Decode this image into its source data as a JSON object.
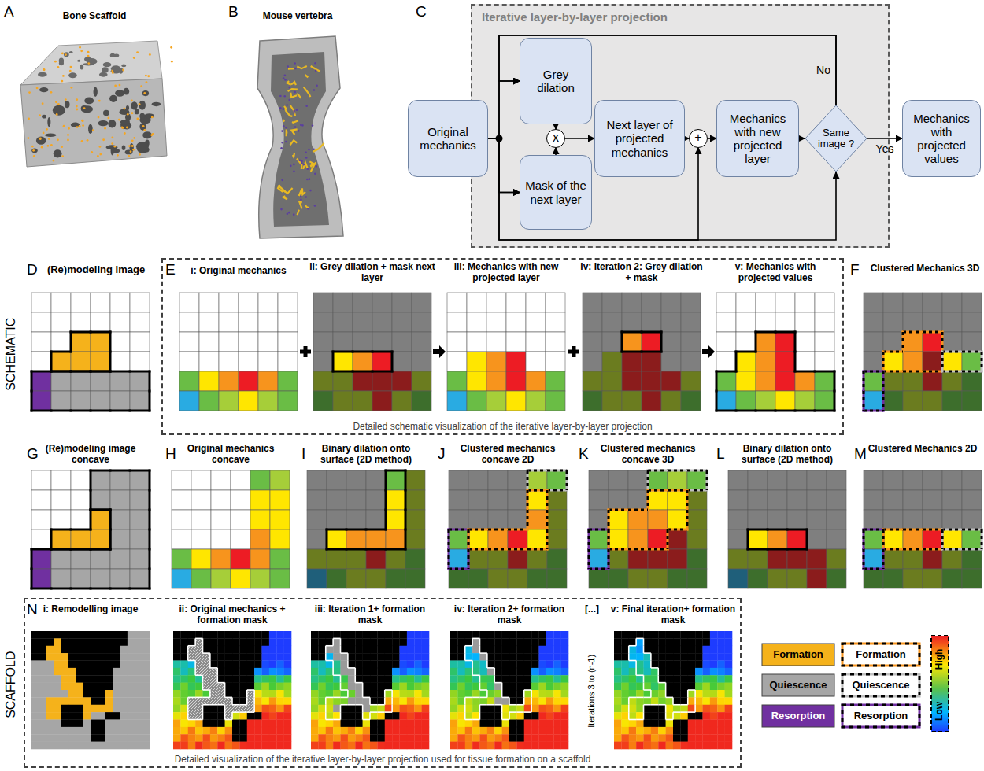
{
  "diagram": {
    "nodes": [
      {
        "text": [
          "Iterative layer-by-layer projection"
        ]
      },
      {
        "text": [
          "Original mechanics"
        ]
      },
      {
        "text": [
          "Grey dilation"
        ],
        "in": 0
      },
      {
        "text": [
          "Mask of the next layer"
        ],
        "in": 0
      },
      {
        "text": [
          "x"
        ],
        "in": 0
      },
      {
        "text": [
          "Next layer of projected mechanics"
        ],
        "in": 0
      },
      {
        "text": [
          "+"
        ],
        "in": 0
      },
      {
        "text": [
          "Mechanics with new projected layer"
        ],
        "in": 0
      },
      {
        "text": [
          "Same image ?"
        ],
        "in": 0
      },
      {
        "text": [
          "Mechanics with projected values"
        ]
      },
      {
        "text": [
          "Detailed schematic visualization of the iterative layer-by-layer projection"
        ]
      },
      {
        "text": [
          "Detailed visualization of the iterative layer-by-layer projection used for tissue formation on a scaffold"
        ]
      }
    ],
    "edges": [
      {
        "from": 1,
        "to": 2,
        "arrow": "to"
      },
      {
        "from": 1,
        "to": 3,
        "arrow": "to"
      },
      {
        "from": 2,
        "to": 4,
        "arrow": "to"
      },
      {
        "from": 3,
        "to": 4,
        "arrow": "to"
      },
      {
        "from": 4,
        "to": 5,
        "arrow": "to"
      },
      {
        "from": 5,
        "to": 6,
        "arrow": "to"
      },
      {
        "from": 6,
        "to": 7,
        "arrow": "to"
      },
      {
        "from": 7,
        "to": 8,
        "arrow": "to"
      },
      {
        "from": 8,
        "to": 9,
        "label": "Yes",
        "arrow": "to"
      },
      {
        "from": 8,
        "to": 2,
        "label": "No",
        "arrow": "to"
      },
      {
        "from": 8,
        "to": 3,
        "arrow": "to"
      },
      {
        "from": 1,
        "to": 6,
        "arrow": "to"
      },
      {
        "from": 1,
        "to": 8,
        "arrow": "to"
      }
    ],
    "labels": [
      "A",
      "Bone Scaffold",
      "B",
      "Mouse vertebra",
      "C",
      "D",
      "(Re)modeling image",
      "E",
      "i: Original mechanics",
      "ii: Grey dilation + mask next layer",
      "iii: Mechanics with new projected layer",
      "iv: Iteration 2: Grey dilation + mask",
      "v: Mechanics with projected values",
      "F",
      "Clustered Mechanics 3D",
      "SCHEMATIC",
      "G",
      "(Re)modeling image concave",
      "H",
      "Original mechanics concave",
      "I",
      "Binary dilation onto surface (2D method)",
      "J",
      "Clustered mechanics concave 2D",
      "K",
      "Clustered mechanics concave 3D",
      "L",
      "Binary dilation onto surface (2D method)",
      "M",
      "Clustered Mechanics 2D",
      "N",
      "SCAFFOLD",
      "i: Remodelling image",
      "ii: Original mechanics + formation mask",
      "iii: Iteration 1+ formation mask",
      "iv: Iteration 2+ formation mask",
      "[...]",
      "Iterations 3 to (n-1)",
      "v: Final iteration+ formation mask",
      "High",
      "Low"
    ],
    "legend": [
      {
        "text": "Formation",
        "color": "#f5b21b"
      },
      {
        "text": "Quiescence",
        "color": "#a6a6a6"
      },
      {
        "text": "Resorption",
        "color": "#7030a0"
      },
      {
        "text": "Formation"
      },
      {
        "text": "Quiescence"
      },
      {
        "text": "Resorption"
      }
    ]
  }
}
